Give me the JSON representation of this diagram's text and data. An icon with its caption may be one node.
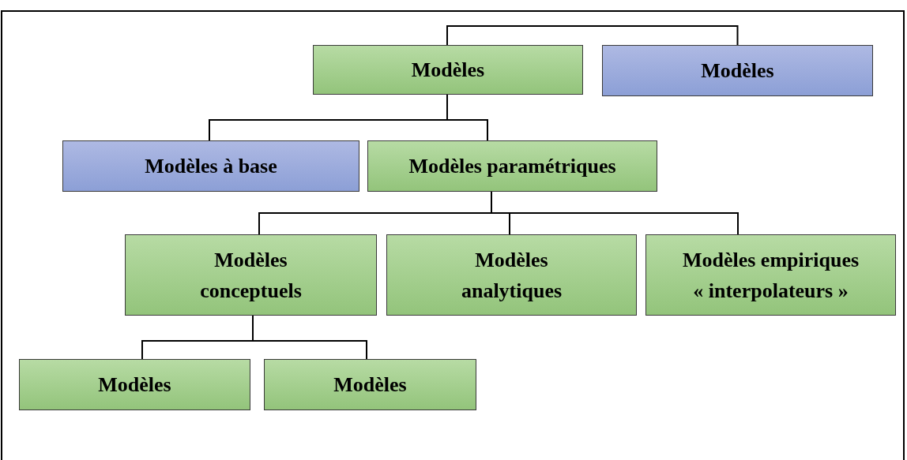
{
  "diagram": {
    "nodes": [
      {
        "text": [
          "Modèles"
        ]
      },
      {
        "text": [
          "Modèles"
        ]
      },
      {
        "text": [
          "Modèles à base"
        ]
      },
      {
        "text": [
          "Modèles paramétriques"
        ]
      },
      {
        "text": [
          "Modèles conceptuels"
        ]
      },
      {
        "text": [
          "Modèles analytiques"
        ]
      },
      {
        "text": [
          "Modèles empiriques « interpolateurs »"
        ]
      },
      {
        "text": [
          "Modèles"
        ]
      },
      {
        "text": [
          "Modèles"
        ]
      }
    ],
    "edges": [
      {
        "from": 0,
        "to": 1,
        "arrow": "none"
      },
      {
        "from": 0,
        "to": 2,
        "arrow": "none"
      },
      {
        "from": 0,
        "to": 3,
        "arrow": "none"
      },
      {
        "from": 3,
        "to": 4,
        "arrow": "none"
      },
      {
        "from": 3,
        "to": 5,
        "arrow": "none"
      },
      {
        "from": 3,
        "to": 6,
        "arrow": "none"
      },
      {
        "from": 4,
        "to": 7,
        "arrow": "none"
      },
      {
        "from": 4,
        "to": 8,
        "arrow": "none"
      }
    ]
  }
}
